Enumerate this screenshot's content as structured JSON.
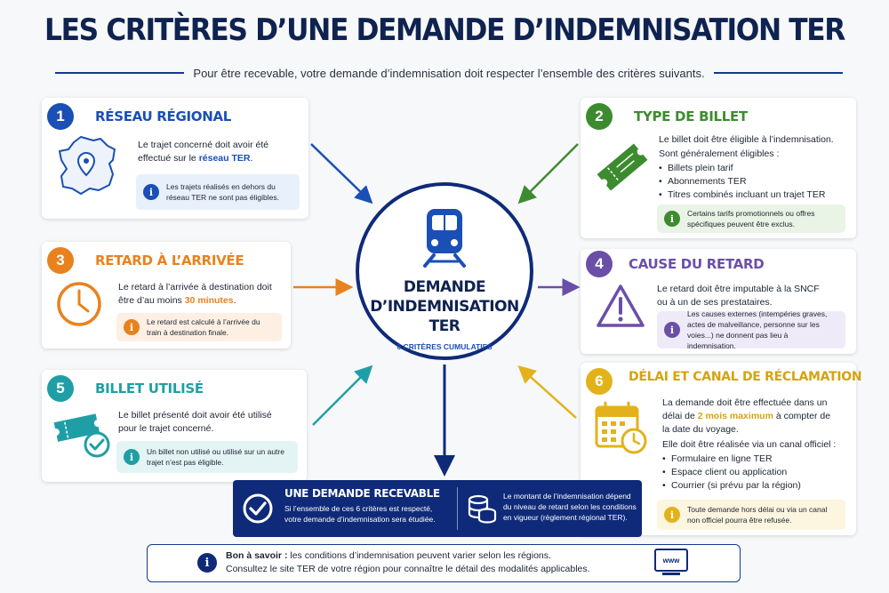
{
  "title": "LES CRITÈRES D’UNE DEMANDE D’INDEMNISATION TER",
  "subtitle": "Pour être recevable, votre demande d’indemnisation doit respecter l’ensemble des critères suivants.",
  "center": {
    "line1": "DEMANDE",
    "line2": "D’INDEMNISATION",
    "line3": "TER",
    "sub": "6 CRITÈRES CUMULATIFS"
  },
  "cards": [
    {
      "num": "1",
      "title": "RÉSEAU RÉGIONAL",
      "text_a": "Le trajet concerné doit avoir été effectué sur le ",
      "text_hl": "réseau TER",
      "text_b": ".",
      "note": "Les trajets réalisés en dehors du réseau TER ne sont pas éligibles.",
      "color": "#1a4fb5",
      "icon": "france-map-pin-icon"
    },
    {
      "num": "2",
      "title": "TYPE DE BILLET",
      "text": "Le billet doit être éligible à l’indemnisation.",
      "text2": "Sont généralement éligibles :",
      "bullets": [
        "Billets plein tarif",
        "Abonnements TER",
        "Titres combinés incluant un trajet TER"
      ],
      "note": "Certains tarifs promotionnels ou offres spécifiques peuvent être exclus.",
      "color": "#3d8b2f",
      "icon": "ticket-icon"
    },
    {
      "num": "3",
      "title": "RETARD À L’ARRIVÉE",
      "text_a": "Le retard à l’arrivée à destination doit être d’au moins ",
      "text_hl": "30 minutes",
      "text_b": ".",
      "note": "Le retard est calculé à l’arrivée du train à destination finale.",
      "color": "#e8821e",
      "icon": "clock-icon"
    },
    {
      "num": "4",
      "title": "CAUSE DU RETARD",
      "text": "Le retard doit être imputable à la SNCF ou à un de ses prestataires.",
      "note": "Les causes externes (intempéries graves, actes de malveillance, personne sur les voies...) ne donnent pas lieu à indemnisation.",
      "color": "#6a4fa8",
      "icon": "warning-icon"
    },
    {
      "num": "5",
      "title": "BILLET UTILISÉ",
      "text": "Le billet présenté doit avoir été utilisé pour le trajet concerné.",
      "note": "Un billet non utilisé ou utilisé sur un autre trajet n’est pas éligible.",
      "color": "#1f9fa5",
      "icon": "ticket-check-icon"
    },
    {
      "num": "6",
      "title": "DÉLAI ET CANAL DE RÉCLAMATION",
      "text_a": "La demande doit être effectuée dans un délai de ",
      "text_hl": "2 mois maximum",
      "text_b": " à compter de la date du voyage.",
      "text2": "Elle doit être réalisée via un canal officiel :",
      "bullets": [
        "Formulaire en ligne TER",
        "Espace client ou application",
        "Courrier (si prévu par la région)"
      ],
      "note": "Toute demande hors délai ou via un canal non officiel pourra être refusée.",
      "color": "#e3b21b",
      "icon": "calendar-clock-icon"
    }
  ],
  "banner": {
    "title": "UNE DEMANDE RECEVABLE",
    "text": "Si l’ensemble de ces 6 critères est respecté, votre demande d’indemnisation sera étudiée.",
    "right": "Le montant de l’indemnisation dépend du niveau de retard selon les conditions en vigueur (règlement régional TER)."
  },
  "footer": {
    "bold": "Bon à savoir :",
    "line1": " les conditions d’indemnisation peuvent varier selon les régions.",
    "line2": "Consultez le site TER de votre région pour connaître le détail des modalités applicables.",
    "www": "www"
  },
  "colors": {
    "navy": "#0f2a78",
    "blue": "#1a4fb5",
    "green": "#3d8b2f",
    "orange": "#e8821e",
    "purple": "#6a4fa8",
    "teal": "#1f9fa5",
    "yellow": "#e3b21b"
  }
}
